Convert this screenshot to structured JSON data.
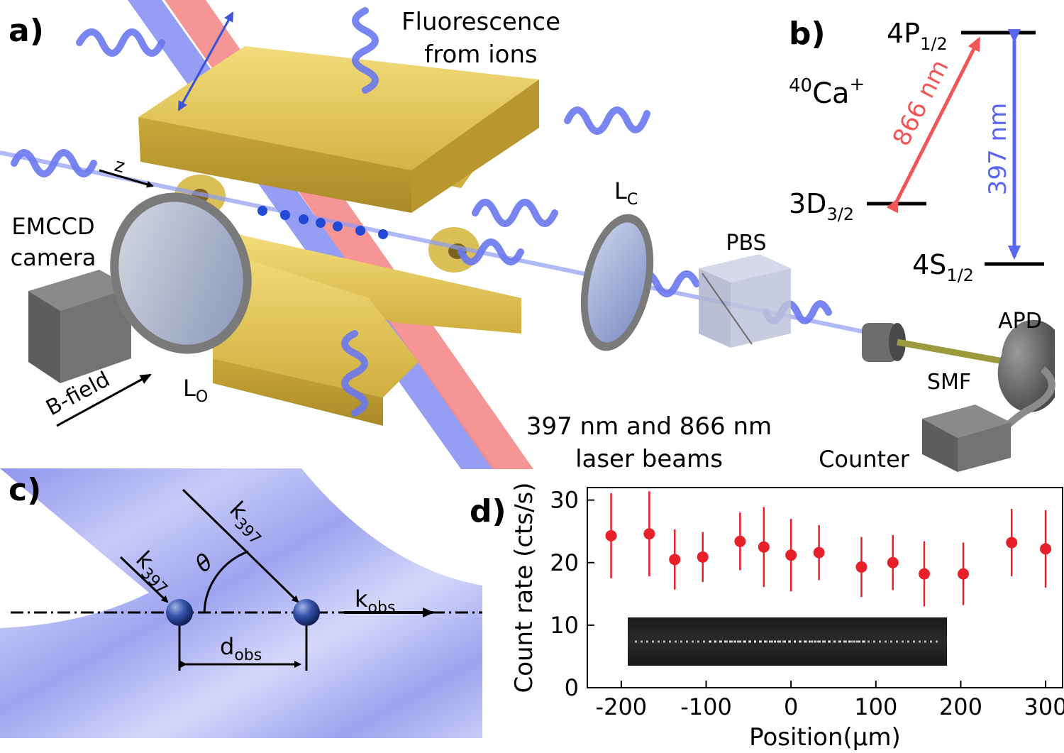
{
  "panel_a": {
    "label": "a)",
    "fluorescence": [
      "Fluorescence",
      "from ions"
    ],
    "z_axis": "z",
    "camera": [
      "EMCCD",
      "camera"
    ],
    "lens_obs": {
      "main": "L",
      "sub": "O"
    },
    "lens_coll": {
      "main": "L",
      "sub": "C"
    },
    "bfield": "B-field",
    "pbs": "PBS",
    "apd": "APD",
    "smf": "SMF",
    "counter": "Counter",
    "lasers": [
      "397 nm and 866 nm",
      "laser beams"
    ]
  },
  "panel_b": {
    "label": "b)",
    "species": {
      "mass": "40",
      "symbol": "Ca",
      "charge": "+"
    },
    "levels": {
      "upper": {
        "main": "4P",
        "sub": "1/2"
      },
      "meta": {
        "main": "3D",
        "sub": "3/2"
      },
      "ground": {
        "main": "4S",
        "sub": "1/2"
      }
    },
    "transitions": [
      {
        "label": "866 nm",
        "color": "#f25555"
      },
      {
        "label": "397 nm",
        "color": "#5b66f0"
      }
    ]
  },
  "panel_c": {
    "label": "c)",
    "k1": {
      "main": "k",
      "sub": "397"
    },
    "k2": {
      "main": "k",
      "sub": "397"
    },
    "theta": "θ",
    "kobs": {
      "main": "k",
      "sub": "obs"
    },
    "dobs": {
      "main": "d",
      "sub": "obs"
    }
  },
  "panel_d": {
    "label": "d)"
  },
  "colors": {
    "uv": "#6f7cf5",
    "ir": "#f26a6a",
    "electrode": "#e9cf5f",
    "data_red": "#e8202a"
  },
  "chart_data": {
    "type": "scatter",
    "title": "",
    "xlabel": "Position(µm)",
    "ylabel": "Count rate (cts/s)",
    "xlim": [
      -240,
      320
    ],
    "ylim": [
      0,
      32
    ],
    "xticks": [
      -200,
      -100,
      0,
      100,
      200,
      300
    ],
    "yticks": [
      0,
      10,
      20,
      30
    ],
    "grid": false,
    "series": [
      {
        "x": [
          -212,
          -167,
          -137,
          -104,
          -60,
          -32,
          0,
          33,
          83,
          120,
          157,
          203,
          260,
          300
        ],
        "y": [
          24.3,
          24.6,
          20.5,
          20.9,
          23.4,
          22.5,
          21.2,
          21.6,
          19.3,
          20.0,
          18.2,
          18.2,
          23.2,
          22.2
        ],
        "err": [
          6.8,
          6.8,
          4.8,
          4.0,
          4.6,
          6.4,
          5.8,
          4.4,
          4.8,
          4.4,
          5.2,
          5.0,
          5.4,
          6.2
        ]
      }
    ]
  }
}
